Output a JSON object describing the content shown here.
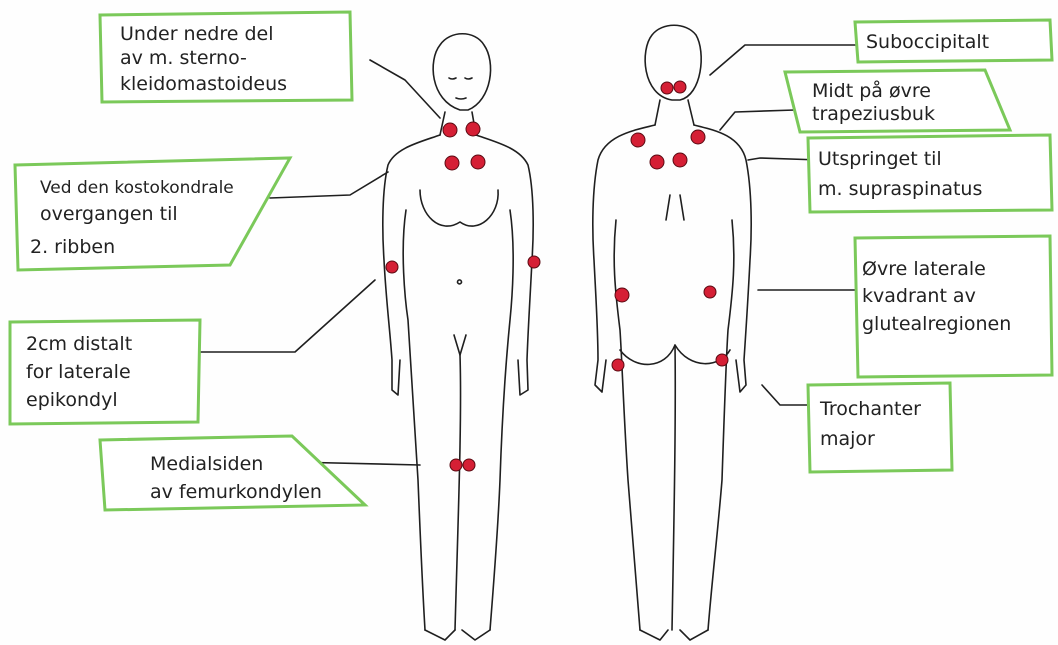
{
  "labels": {
    "scm": [
      "Under nedre del",
      "av m. sterno-",
      "kleidomastoideus"
    ],
    "costo": [
      "Ved den kostokondrale",
      "overgangen til",
      "2. ribben"
    ],
    "epi": [
      "2cm distalt",
      "for laterale",
      "epikondyl"
    ],
    "femur": [
      "Medialsiden",
      "av femurkondylen"
    ],
    "subocc": [
      "Suboccipitalt"
    ],
    "trap": [
      "Midt på øvre",
      "trapeziusbuk"
    ],
    "supra": [
      "Utspringet til",
      "m. supraspinatus"
    ],
    "glut": [
      "Øvre laterale",
      "kvadrant av",
      "glutealregionen"
    ],
    "troch": [
      "Trochanter",
      "major"
    ]
  },
  "colors": {
    "box": "#7bc95a",
    "point": "#d51f35",
    "ink": "#1f1f1f"
  }
}
